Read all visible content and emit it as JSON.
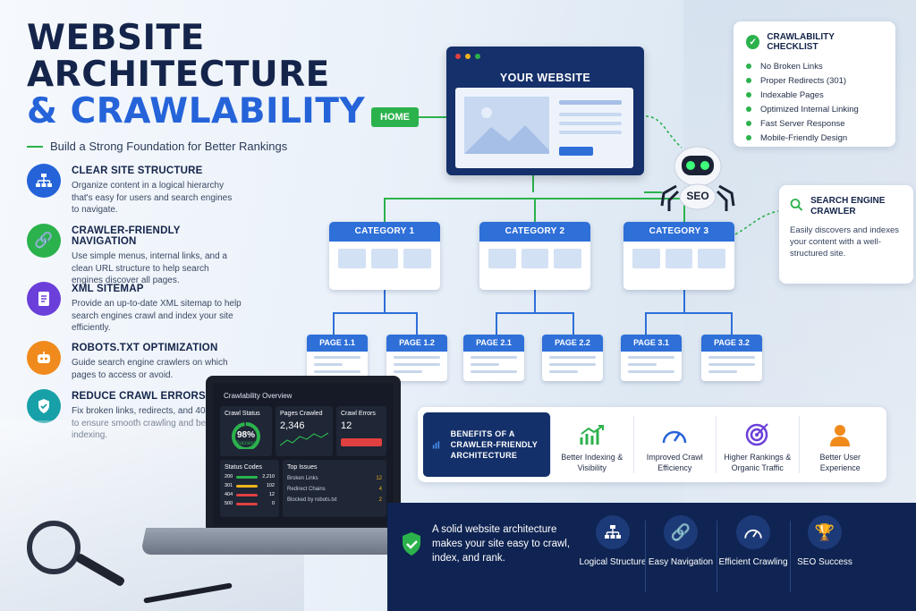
{
  "title": {
    "line1": "WEBSITE",
    "line2": "ARCHITECTURE",
    "line3": "& CRAWLABILITY"
  },
  "subtitle": "Build a Strong Foundation for Better Rankings",
  "features": [
    {
      "title": "CLEAR SITE STRUCTURE",
      "text": "Organize content in a logical hierarchy that's easy for users and search engines to navigate.",
      "color": "#2563d9",
      "icon": "sitemap-icon"
    },
    {
      "title": "CRAWLER-FRIENDLY NAVIGATION",
      "text": "Use simple menus, internal links, and a clean URL structure to help search engines discover all pages.",
      "color": "#2bb24c",
      "icon": "link-icon"
    },
    {
      "title": "XML SITEMAP",
      "text": "Provide an up-to-date XML sitemap to help search engines crawl and index your site efficiently.",
      "color": "#6b3fd9",
      "icon": "document-icon"
    },
    {
      "title": "ROBOTS.TXT OPTIMIZATION",
      "text": "Guide search engine crawlers on which pages to access or avoid.",
      "color": "#f08a1c",
      "icon": "robot-icon"
    },
    {
      "title": "REDUCE CRAWL ERRORS",
      "text": "Fix broken links, redirects, and 404 errors to ensure smooth crawling and better indexing.",
      "color": "#17a0a8",
      "icon": "shield-check-icon"
    }
  ],
  "site": {
    "label": "YOUR WEBSITE",
    "home": "HOME"
  },
  "categories": [
    "CATEGORY 1",
    "CATEGORY 2",
    "CATEGORY 3"
  ],
  "pages": [
    "PAGE 1.1",
    "PAGE 1.2",
    "PAGE 2.1",
    "PAGE 2.2",
    "PAGE 3.1",
    "PAGE 3.2"
  ],
  "robot_label": "SEO",
  "checklist": {
    "title": "CRAWLABILITY CHECKLIST",
    "items": [
      "No Broken Links",
      "Proper Redirects (301)",
      "Indexable Pages",
      "Optimized Internal Linking",
      "Fast Server Response",
      "Mobile-Friendly Design"
    ]
  },
  "crawler": {
    "title": "SEARCH ENGINE CRAWLER",
    "text": "Easily discovers and indexes your content with a well-structured site."
  },
  "benefits": {
    "title": "BENEFITS OF A CRAWLER-FRIENDLY ARCHITECTURE",
    "items": [
      {
        "label": "Better Indexing & Visibility",
        "icon": "chart-up-icon",
        "color": "#2bb24c"
      },
      {
        "label": "Improved Crawl Efficiency",
        "icon": "speedometer-icon",
        "color": "#2563d9"
      },
      {
        "label": "Higher Rankings & Organic Traffic",
        "icon": "target-icon",
        "color": "#6b3fd9"
      },
      {
        "label": "Better User Experience",
        "icon": "user-icon",
        "color": "#f08a1c"
      }
    ]
  },
  "footer": {
    "text": "A solid website architecture makes your site easy to crawl, index, and rank.",
    "items": [
      {
        "label": "Logical Structure",
        "icon": "sitemap-icon"
      },
      {
        "label": "Easy Navigation",
        "icon": "link-icon"
      },
      {
        "label": "Efficient Crawling",
        "icon": "speedometer-icon"
      },
      {
        "label": "SEO Success",
        "icon": "trophy-icon"
      }
    ]
  },
  "dashboard": {
    "title": "Crawlability Overview",
    "crawl_status": "Crawl Status",
    "crawl_pct": "98%",
    "crawl_sub": "Success",
    "crawl_level": 0.98,
    "pages_crawled": "Pages Crawled",
    "pages_val": "2,346",
    "crawl_errors": "Crawl Errors",
    "errors_val": "12",
    "status_codes": "Status Codes",
    "codes": [
      {
        "code": "200",
        "val": "2,210",
        "color": "#2bb24c"
      },
      {
        "code": "301",
        "val": "102",
        "color": "#f0b21c"
      },
      {
        "code": "404",
        "val": "12",
        "color": "#e04040"
      },
      {
        "code": "500",
        "val": "0",
        "color": "#e04040"
      }
    ],
    "top_issues": "Top Issues",
    "issues": [
      {
        "label": "Broken Links",
        "val": "12"
      },
      {
        "label": "Redirect Chains",
        "val": "4"
      },
      {
        "label": "Blocked by robots.txt",
        "val": "2"
      }
    ]
  }
}
